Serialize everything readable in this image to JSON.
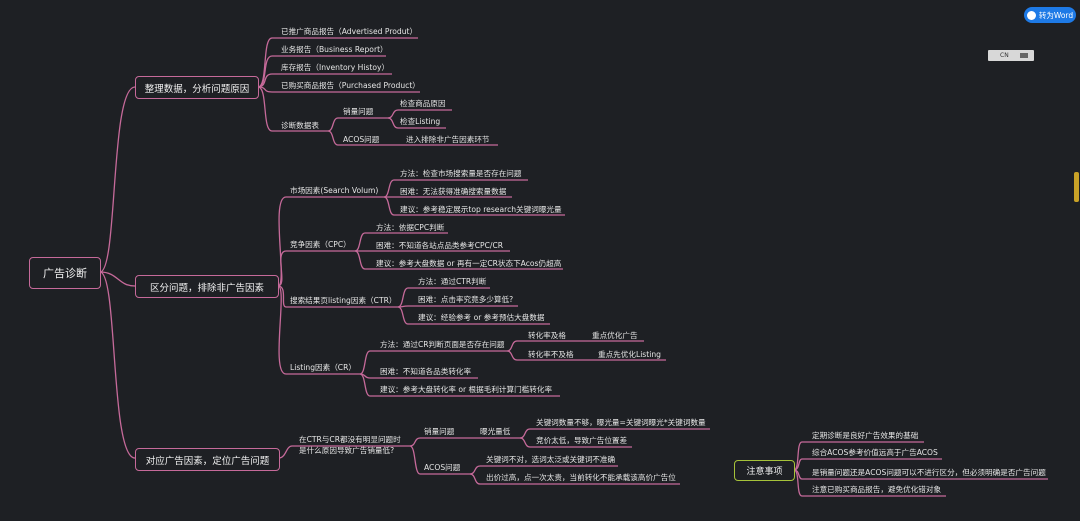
{
  "toolbar": {
    "word_button": "转为Word",
    "zoom_label": "CN"
  },
  "root": "广告诊断",
  "notes": {
    "label": "注意事项",
    "items": [
      "定期诊断是良好广告效果的基础",
      "综合ACOS参考价值远高于广告ACOS",
      "是销量问题还是ACOS问题可以不进行区分，但必须明确是否广告问题",
      "注意已购买商品报告，避免优化错对象"
    ]
  },
  "b1": {
    "label": "整理数据，分析问题原因",
    "r1": "已推广商品报告（Advertised Produt）",
    "r2": "业务报告（Business Report）",
    "r3": "库存报告（Inventory Histoy）",
    "r4": "已购买商品报告（Purchased Product）",
    "diag": "诊断数据表",
    "sales": "销量问题",
    "s1": "检查商品原因",
    "s2": "检查Listing",
    "acos": "ACOS问题",
    "a1": "进入排除非广告因素环节"
  },
  "b2": {
    "label": "区分问题，排除非广告因素",
    "market": "市场因素(Search Volum)",
    "m1": "方法：检查市场搜索量是否存在问题",
    "m2": "困难：无法获得准确搜索量数据",
    "m3": "建议：参考稳定展示top research关键词曝光量",
    "comp": "竞争因素（CPC）",
    "c1": "方法：依据CPC判断",
    "c2": "困难：不知道各站点品类参考CPC/CR",
    "c3": "建议：参考大盘数据 or 再有一定CR状态下Acos仍超高",
    "search": "搜索结果页listing因素（CTR）",
    "x1": "方法：通过CTR判断",
    "x2": "困难：点击率究竟多少算低?",
    "x3": "建议：经验参考 or 参考预估大盘数据",
    "listing": "Listing因素（CR）",
    "l1": "方法：通过CR判断页面是否存在问题",
    "l1a": "转化率及格",
    "l1a1": "重点优化广告",
    "l1b": "转化率不及格",
    "l1b1": "重点先优化Listing",
    "l2": "困难：不知道各品类转化率",
    "l3": "建议：参考大盘转化率 or 根据毛利计算门槛转化率"
  },
  "b3": {
    "label": "对应广告因素，定位广告问题",
    "q1": "在CTR与CR都没有明显问题时",
    "q2": "是什么原因导致广告销量低?",
    "sales": "销量问题",
    "exposure": "曝光量低",
    "e1": "关键词数量不够，曝光量=关键词曝光*关键词数量",
    "e2": "竞价太低，导致广告位置差",
    "acos": "ACOS问题",
    "a1": "关键词不对，选词太泛或关键词不准确",
    "a2": "出价过高，点一次太贵，当前转化不能承载该高价广告位"
  }
}
